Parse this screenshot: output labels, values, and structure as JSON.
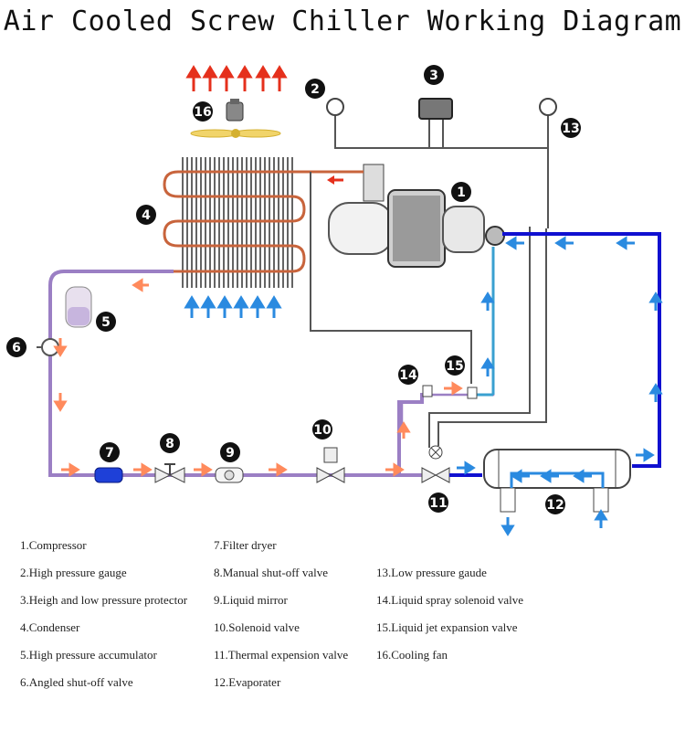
{
  "title": "Air Cooled Screw Chiller Working Diagram",
  "colors": {
    "refrigerant_line": "#9b7fc4",
    "water_line": "#1010d0",
    "flow_arrow_hot": "#ff8a5c",
    "flow_arrow_cold": "#2a8ae0",
    "up_arrow_red": "#e5301c",
    "coil": "#c8643c",
    "badge": "#111111"
  },
  "badges": {
    "b1": "1",
    "b2": "2",
    "b3": "3",
    "b4": "4",
    "b5": "5",
    "b6": "6",
    "b7": "7",
    "b8": "8",
    "b9": "9",
    "b10": "10",
    "b11": "11",
    "b12": "12",
    "b13": "13",
    "b14": "14",
    "b15": "15",
    "b16": "16"
  },
  "legend": [
    "1.Compressor",
    "2.High pressure gauge",
    "3.Heigh and low pressure protector",
    "4.Condenser",
    "5.High pressure accumulator",
    "6.Angled shut-off valve",
    "7.Filter dryer",
    "8.Manual shut-off valve",
    "9.Liquid mirror",
    "10.Solenoid valve",
    "11.Thermal expension valve",
    "12.Evaporater",
    "13.Low pressure gaude",
    "14.Liquid spray solenoid valve",
    "15.Liquid jet expansion valve",
    "16.Cooling fan"
  ]
}
